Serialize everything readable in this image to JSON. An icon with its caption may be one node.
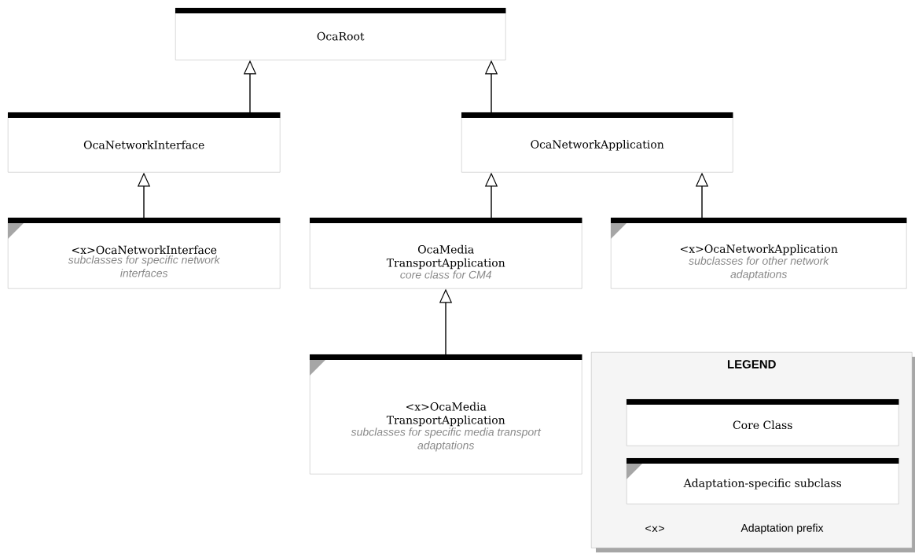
{
  "diagram": {
    "nodes": [
      {
        "text": [
          "OcaRoot"
        ]
      },
      {
        "text": [
          "OcaNetworkInterface"
        ]
      },
      {
        "text": [
          "OcaNetworkApplication"
        ]
      },
      {
        "text": [
          "<x>OcaNetworkInterface",
          "subclasses for specific network interfaces"
        ]
      },
      {
        "text": [
          "OcaMedia TransportApplication",
          "core class for CM4"
        ]
      },
      {
        "text": [
          "<x>OcaNetworkApplication",
          "subclasses for other network adaptations"
        ]
      },
      {
        "text": [
          "<x>OcaMedia TransportApplication",
          "subclasses for specific media transport adaptations"
        ]
      },
      {
        "text": [
          "LEGEND"
        ]
      },
      {
        "text": [
          "Core Class"
        ],
        "in": 7
      },
      {
        "text": [
          "Adaptation-specific subclass"
        ],
        "in": 7
      }
    ],
    "edges": [
      {
        "from": 1,
        "to": 0,
        "arrow": "to"
      },
      {
        "from": 2,
        "to": 0,
        "arrow": "to"
      },
      {
        "from": 3,
        "to": 1,
        "arrow": "to"
      },
      {
        "from": 4,
        "to": 2,
        "arrow": "to"
      },
      {
        "from": 5,
        "to": 2,
        "arrow": "to"
      },
      {
        "from": 6,
        "to": 4,
        "arrow": "to"
      }
    ],
    "labels": [
      "<x>",
      "Adaptation prefix"
    ]
  }
}
